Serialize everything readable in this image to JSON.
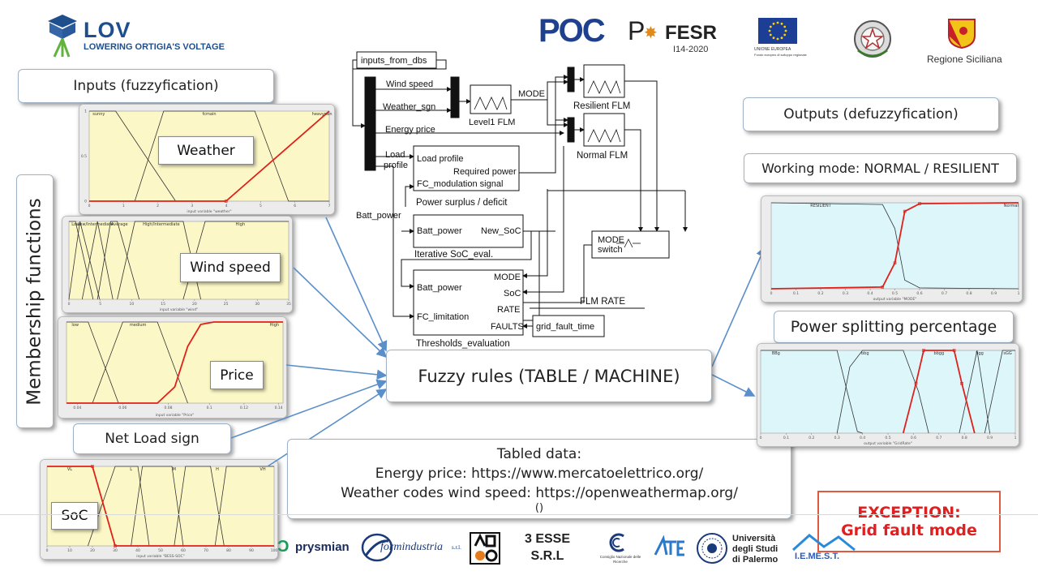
{
  "header": {
    "lov_title": "LOV",
    "lov_subtitle": "LOWERING ORTIGIA'S VOLTAGE",
    "poc": "POC",
    "fesr": "FESR",
    "fesr_years": "I14-2020",
    "eu_caption": "UNIONE EUROPEA",
    "eu_caption2": "Fondo europeo di sviluppo regionale",
    "region": "Regione Siciliana"
  },
  "left": {
    "inputs_title": "Inputs (fuzzyfication)",
    "mf_vertical": "Membership functions",
    "net_load": "Net Load sign",
    "weather_label": "Weather",
    "wind_label": "Wind speed",
    "price_label": "Price",
    "soc_label": "SoC",
    "weather_axis": "input variable \"weather\"",
    "wind_axis": "input variable \"wind\"",
    "price_axis": "input variable \"Price\"",
    "soc_axis": "input variable \"BESS-SOC\"",
    "weather_mfs": [
      "sunny",
      "fcmain",
      "heavyrain"
    ],
    "wind_mfs": [
      "Low",
      "Low/Intermediate",
      "Average",
      "High/Intermediate",
      "High"
    ],
    "price_mfs": [
      "low",
      "medium",
      "High"
    ],
    "soc_mfs": [
      "VL",
      "L",
      "M",
      "H",
      "VH"
    ],
    "weather_ticks": [
      "0",
      "1",
      "2",
      "3",
      "4",
      "5",
      "6",
      "7"
    ],
    "wind_ticks": [
      "0",
      "5",
      "10",
      "15",
      "20",
      "25",
      "30",
      "35"
    ],
    "price_ticks": [
      "0.04",
      "0.06",
      "0.08",
      "0.1",
      "0.12",
      "0.14"
    ],
    "soc_ticks": [
      "0",
      "10",
      "20",
      "30",
      "40",
      "50",
      "60",
      "70",
      "80",
      "90",
      "100"
    ],
    "y_ticks": [
      "1",
      "0.5",
      "0"
    ]
  },
  "simulink": {
    "inputs_from_dbs": "inputs_from_dbs",
    "wind_speed": "Wind speed",
    "weather_sgn": "Weather_sgn",
    "energy_price": "Energy price",
    "load_profile_in": "Load",
    "load_profile_in2": "profile",
    "level1": "Level1 FLM",
    "mode": "MODE",
    "resilient_flm": "Resilient FLM",
    "normal_flm": "Normal FLM",
    "ps_load": "Load profile",
    "ps_req": "Required power",
    "ps_fc": "FC_modulation signal",
    "ps_title": "Power surplus / deficit",
    "batt_power": "Batt_power",
    "soc_batt": "Batt_power",
    "soc_new": "New_SoC",
    "soc_title": "Iterative SoC_eval.",
    "mode_switch1": "MODE",
    "mode_switch2": "switch",
    "th_batt": "Batt_power",
    "th_fc": "FC_limitation",
    "th_mode": "MODE",
    "th_soc": "SoC",
    "th_rate": "RATE",
    "th_faults": "FAULTS",
    "th_title": "Thresholds_evaluation",
    "grid_fault": "grid_fault_time",
    "flm_rate": "FLM RATE"
  },
  "center": {
    "fuzzy_rules": "Fuzzy rules (TABLE / MACHINE)",
    "tabled_line1": "Tabled data:",
    "tabled_line2": "Energy price: https://www.mercatoelettrico.org/",
    "tabled_line3": "Weather codes wind speed: https://openweathermap.org/",
    "tabled_line4": "()"
  },
  "right": {
    "outputs_title": "Outputs (defuzzyfication)",
    "working_mode": "Working mode: NORMAL / RESILIENT",
    "power_split": "Power splitting percentage",
    "exception1": "EXCEPTION:",
    "exception2": "Grid fault mode",
    "mode_mfs": [
      "RESILIENT",
      "Normal"
    ],
    "mode_axis": "output variable \"MODE\"",
    "rate_mfs": [
      "BBg",
      "bbg",
      "bbgg",
      "bgg",
      "sGG"
    ],
    "rate_axis": "output variable \"GridRate\"",
    "out_ticks": [
      "0",
      "0.1",
      "0.2",
      "0.3",
      "0.4",
      "0.5",
      "0.6",
      "0.7",
      "0.8",
      "0.9",
      "1"
    ]
  },
  "footer": {
    "prysmian": "prysmian",
    "formindustria": "formindustria",
    "formindustria_suffix": "s.r.l.",
    "tre_esse_1": "3 ESSE",
    "tre_esse_2": "S.R.L",
    "cnr": "Consiglio Nazionale delle Ricerche",
    "unipa1": "Università",
    "unipa2": "degli Studi",
    "unipa3": "di Palermo",
    "iemest": "I.E.ME.S.T."
  },
  "colors": {
    "mf_yellow_bg": "#fbf7c6",
    "out_cyan_bg": "#dcf6fa",
    "red_curve": "#e0201a",
    "arrow_blue": "#5b8fc9",
    "exception_red": "#e02020",
    "lov_blue": "#1f4e8c",
    "lov_green": "#62b33e"
  }
}
